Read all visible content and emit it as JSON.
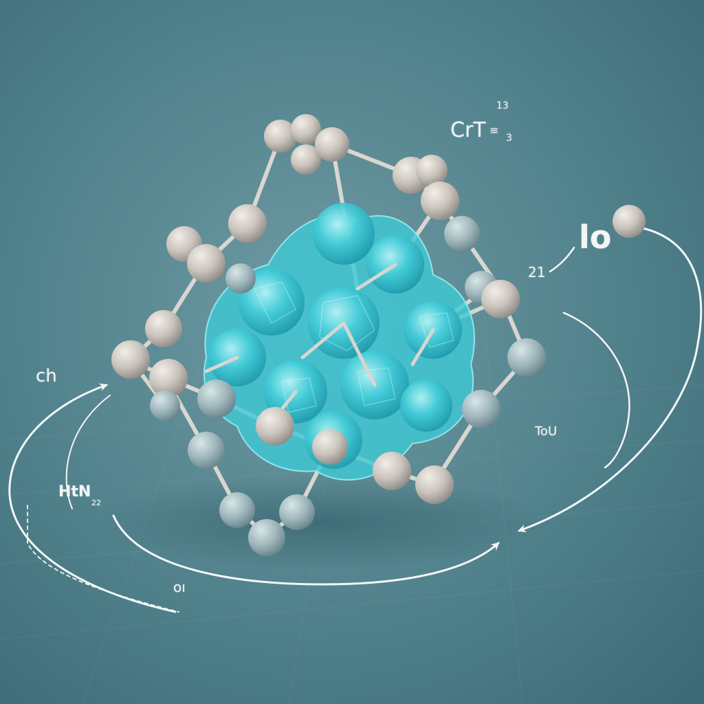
{
  "scene": {
    "background_color": "#4d7e89",
    "highlight_color": "#6f9aa3",
    "core_color": "#3ec9d6",
    "atom_color": "#c9c3bb",
    "arrow_color": "#f4f7f6"
  },
  "labels": {
    "formula_top": "CrT",
    "formula_superscript": "13",
    "formula_subscript": "3",
    "formula_symbol": "≡",
    "right_label": "lo",
    "number_label": "21",
    "left_label": "ch",
    "left_lower_label": "HtN",
    "left_lower_subscript": "22",
    "right_lower_label": "ToU",
    "bottom_label": "oı"
  }
}
